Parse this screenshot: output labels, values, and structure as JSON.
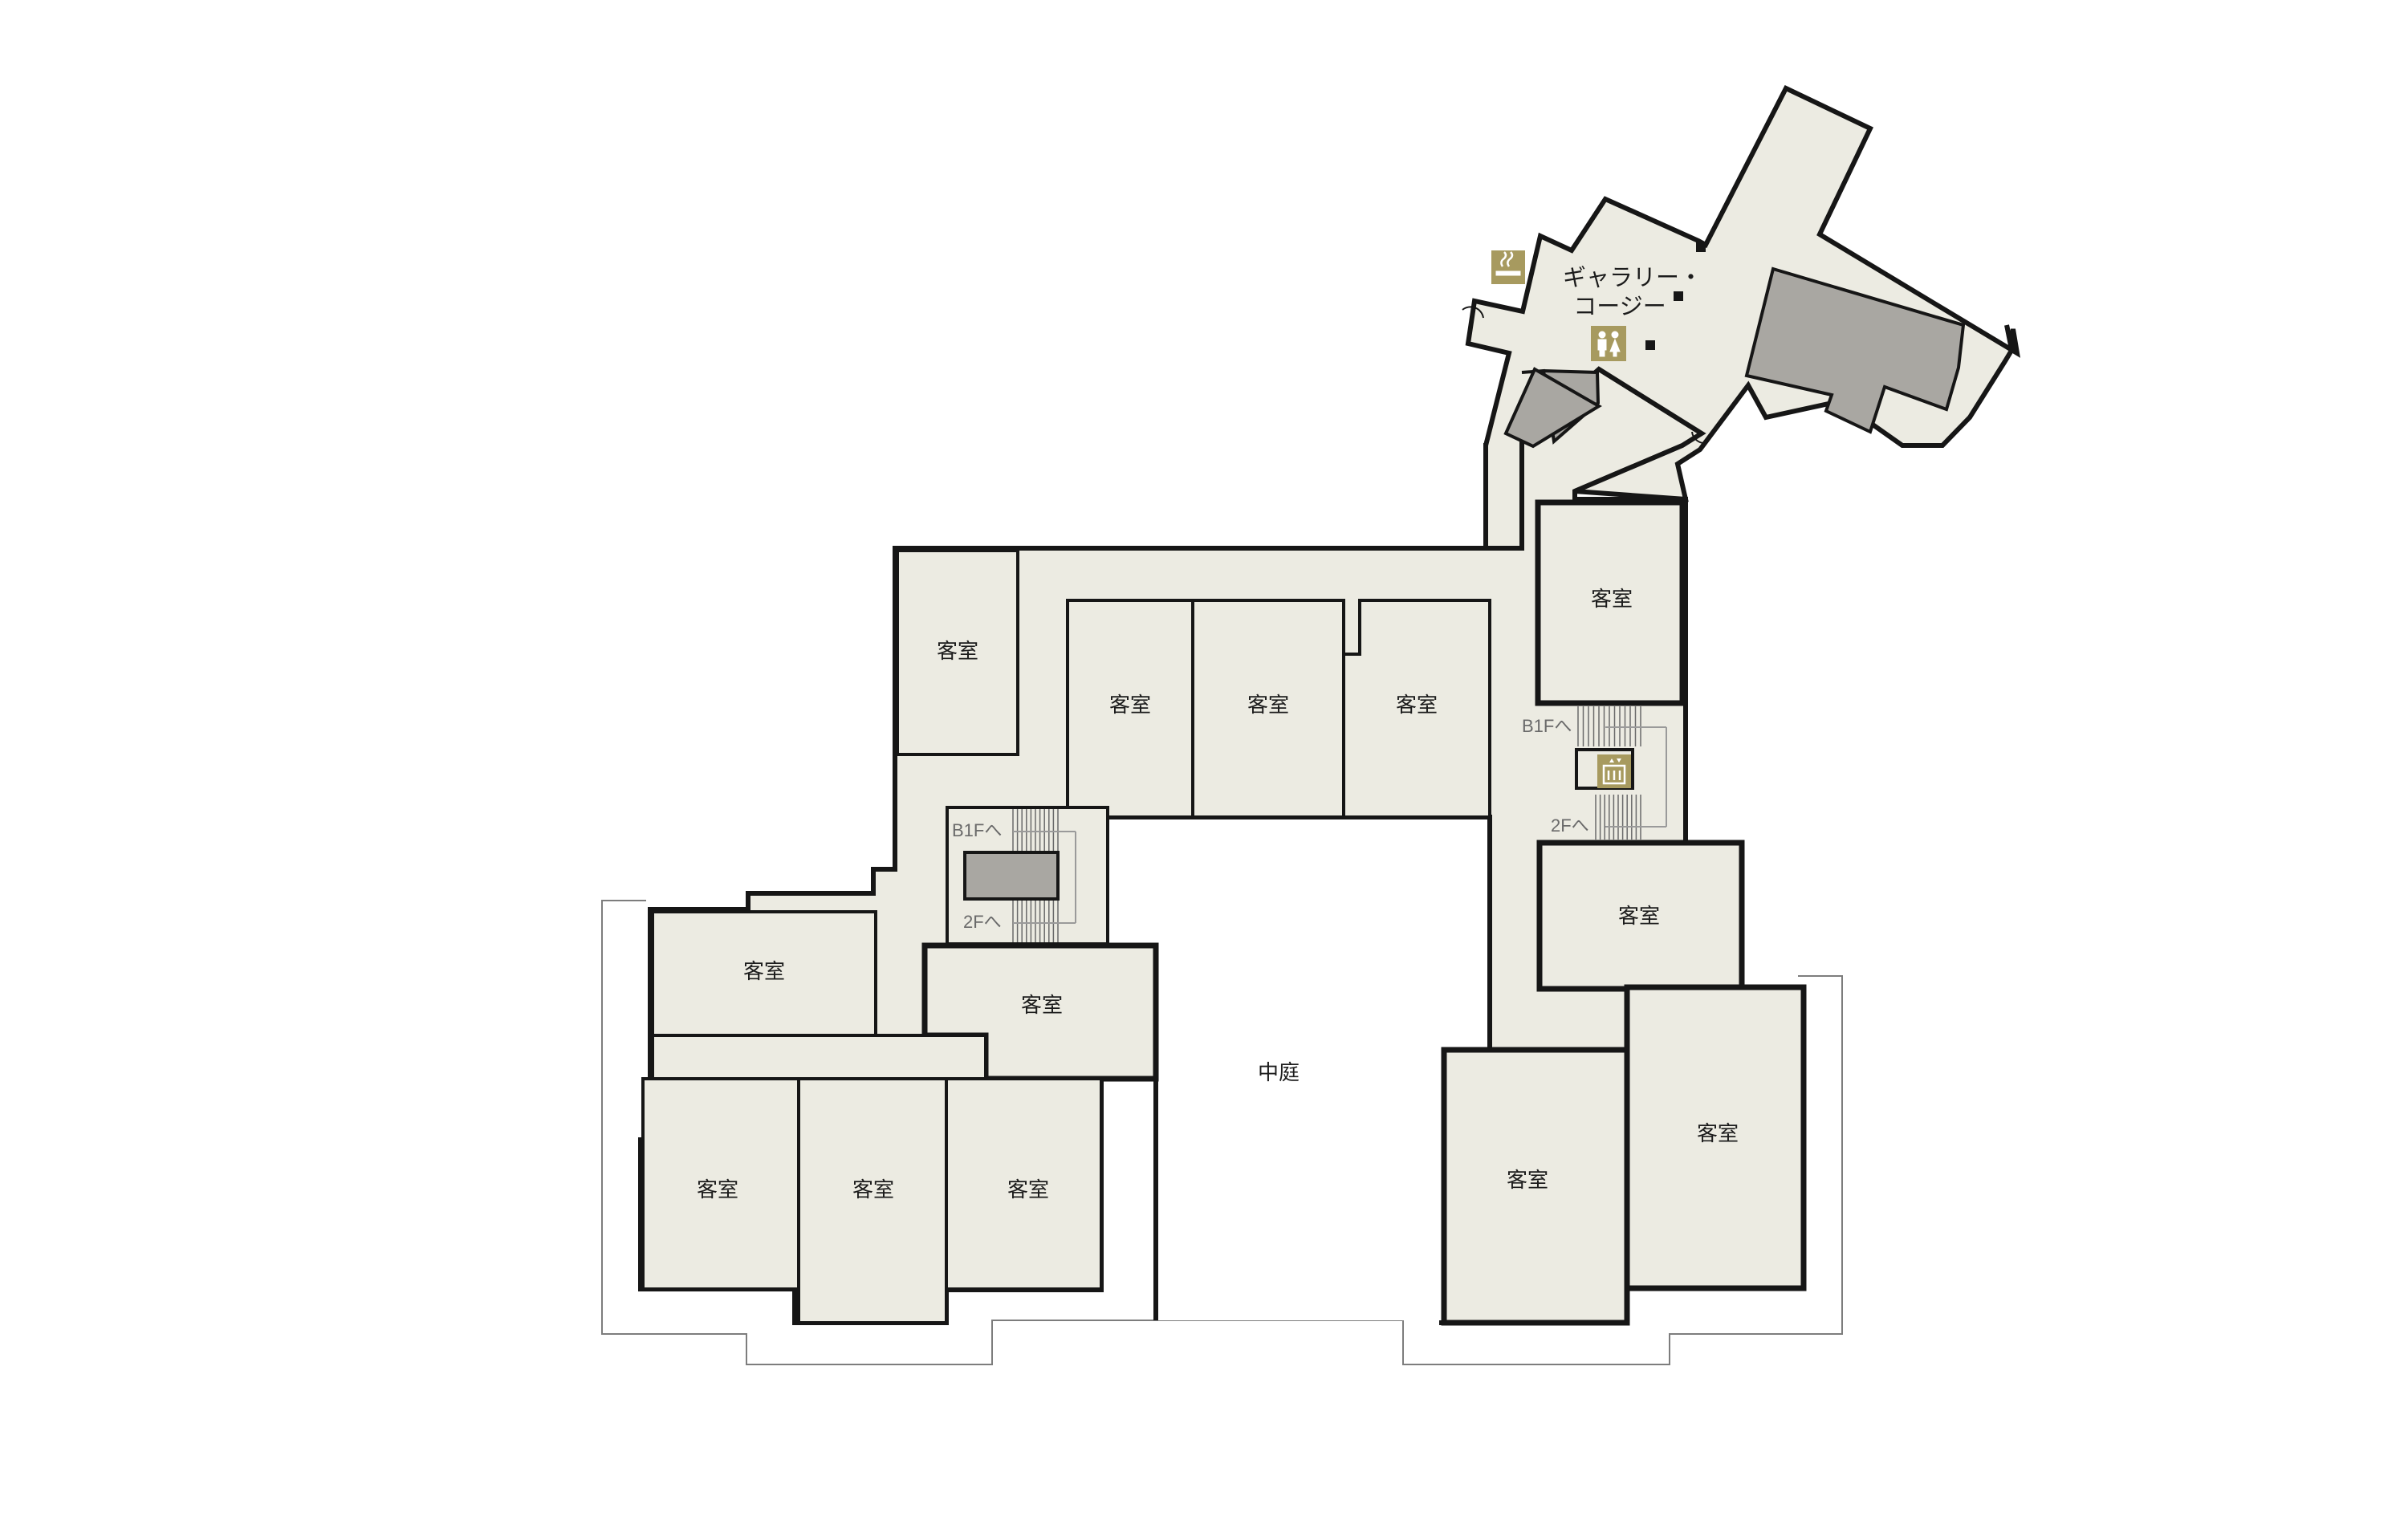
{
  "labels": {
    "room": "客室",
    "courtyard": "中庭",
    "gallery_line1": "ギャラリー・",
    "gallery_line2": "コージー",
    "stairs_b1f": "B1Fへ",
    "stairs_2f": "2Fへ"
  },
  "icons": {
    "smoking": "smoking-area-icon",
    "restroom": "restroom-icon",
    "elevator": "elevator-icon"
  },
  "colors": {
    "floor": "#ecebe2",
    "wall": "#161616",
    "service_area": "#a9a7a2",
    "icon": "#a79a5f"
  }
}
